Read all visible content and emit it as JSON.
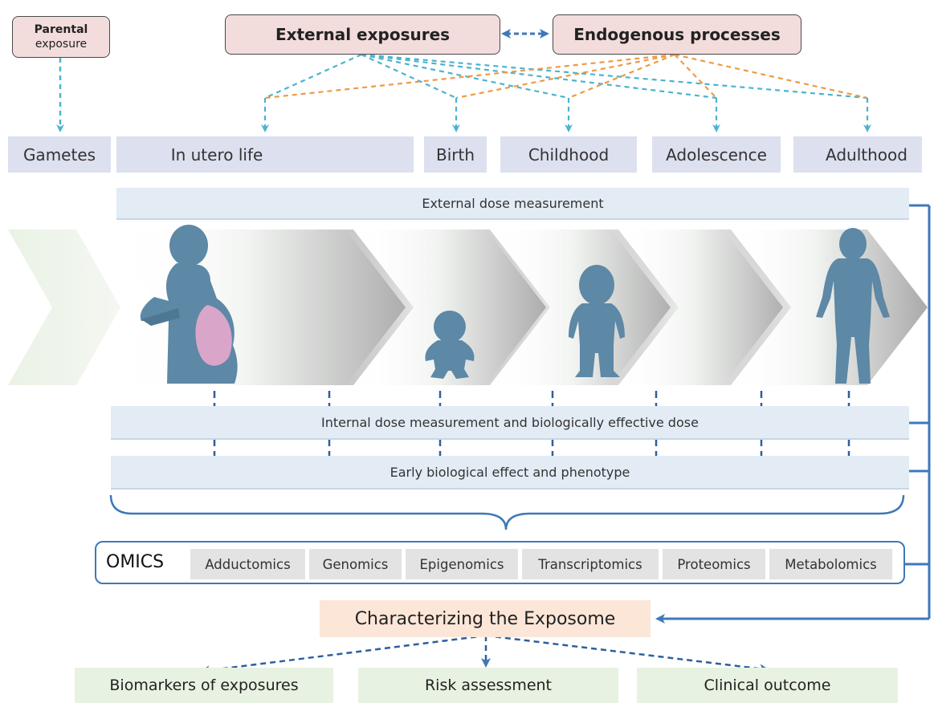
{
  "header": {
    "parental_exposure_line1": "Parental",
    "parental_exposure_line2": "exposure",
    "external_exposures": "External exposures",
    "endogenous_processes": "Endogenous processes"
  },
  "stages": [
    "Gametes",
    "In utero life",
    "Birth",
    "Childhood",
    "Adolescence",
    "Adulthood"
  ],
  "measurements": {
    "external_dose": "External dose measurement",
    "internal_dose": "Internal dose measurement and biologically effective dose",
    "early_effect": "Early biological effect and phenotype"
  },
  "omics": {
    "label": "OMICS",
    "items": [
      "Adductomics",
      "Genomics",
      "Epigenomics",
      "Transcriptomics",
      "Proteomics",
      "Metabolomics"
    ]
  },
  "exposome": "Characterizing the Exposome",
  "outcomes": [
    "Biomarkers of exposures",
    "Risk assessment",
    "Clinical outcome"
  ],
  "colors": {
    "external_arrow": "#4bb3cf",
    "endogenous_arrow": "#ee9a45",
    "flow_arrow": "#3e78b8",
    "silhouette": "#5d88a6",
    "fetus": "#d9a5c8"
  }
}
